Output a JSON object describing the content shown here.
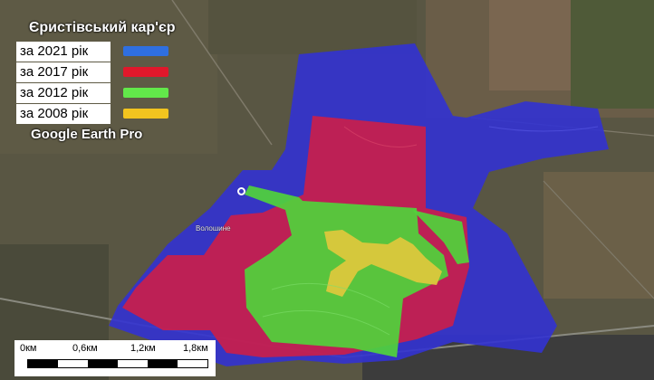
{
  "map": {
    "title": "Єристівський кар'єр",
    "credit": "Google Earth Pro",
    "legend": [
      {
        "label": "за 2021 рік",
        "color": "#2f6fe0"
      },
      {
        "label": "за 2017 рік",
        "color": "#e0182b"
      },
      {
        "label": "за 2012 рік",
        "color": "#62e84a"
      },
      {
        "label": "за 2008 рік",
        "color": "#f2c41f"
      }
    ],
    "scale_bar": {
      "labels": [
        "0км",
        "0,6км",
        "1,2км",
        "1,8км"
      ],
      "colors": [
        "#000000",
        "#ffffff"
      ]
    },
    "place_label": "Волошине",
    "area_colors": {
      "2021": "#3232d2",
      "2017": "#d01e46",
      "2012": "#50d23c",
      "2008": "#dcc83c"
    }
  }
}
